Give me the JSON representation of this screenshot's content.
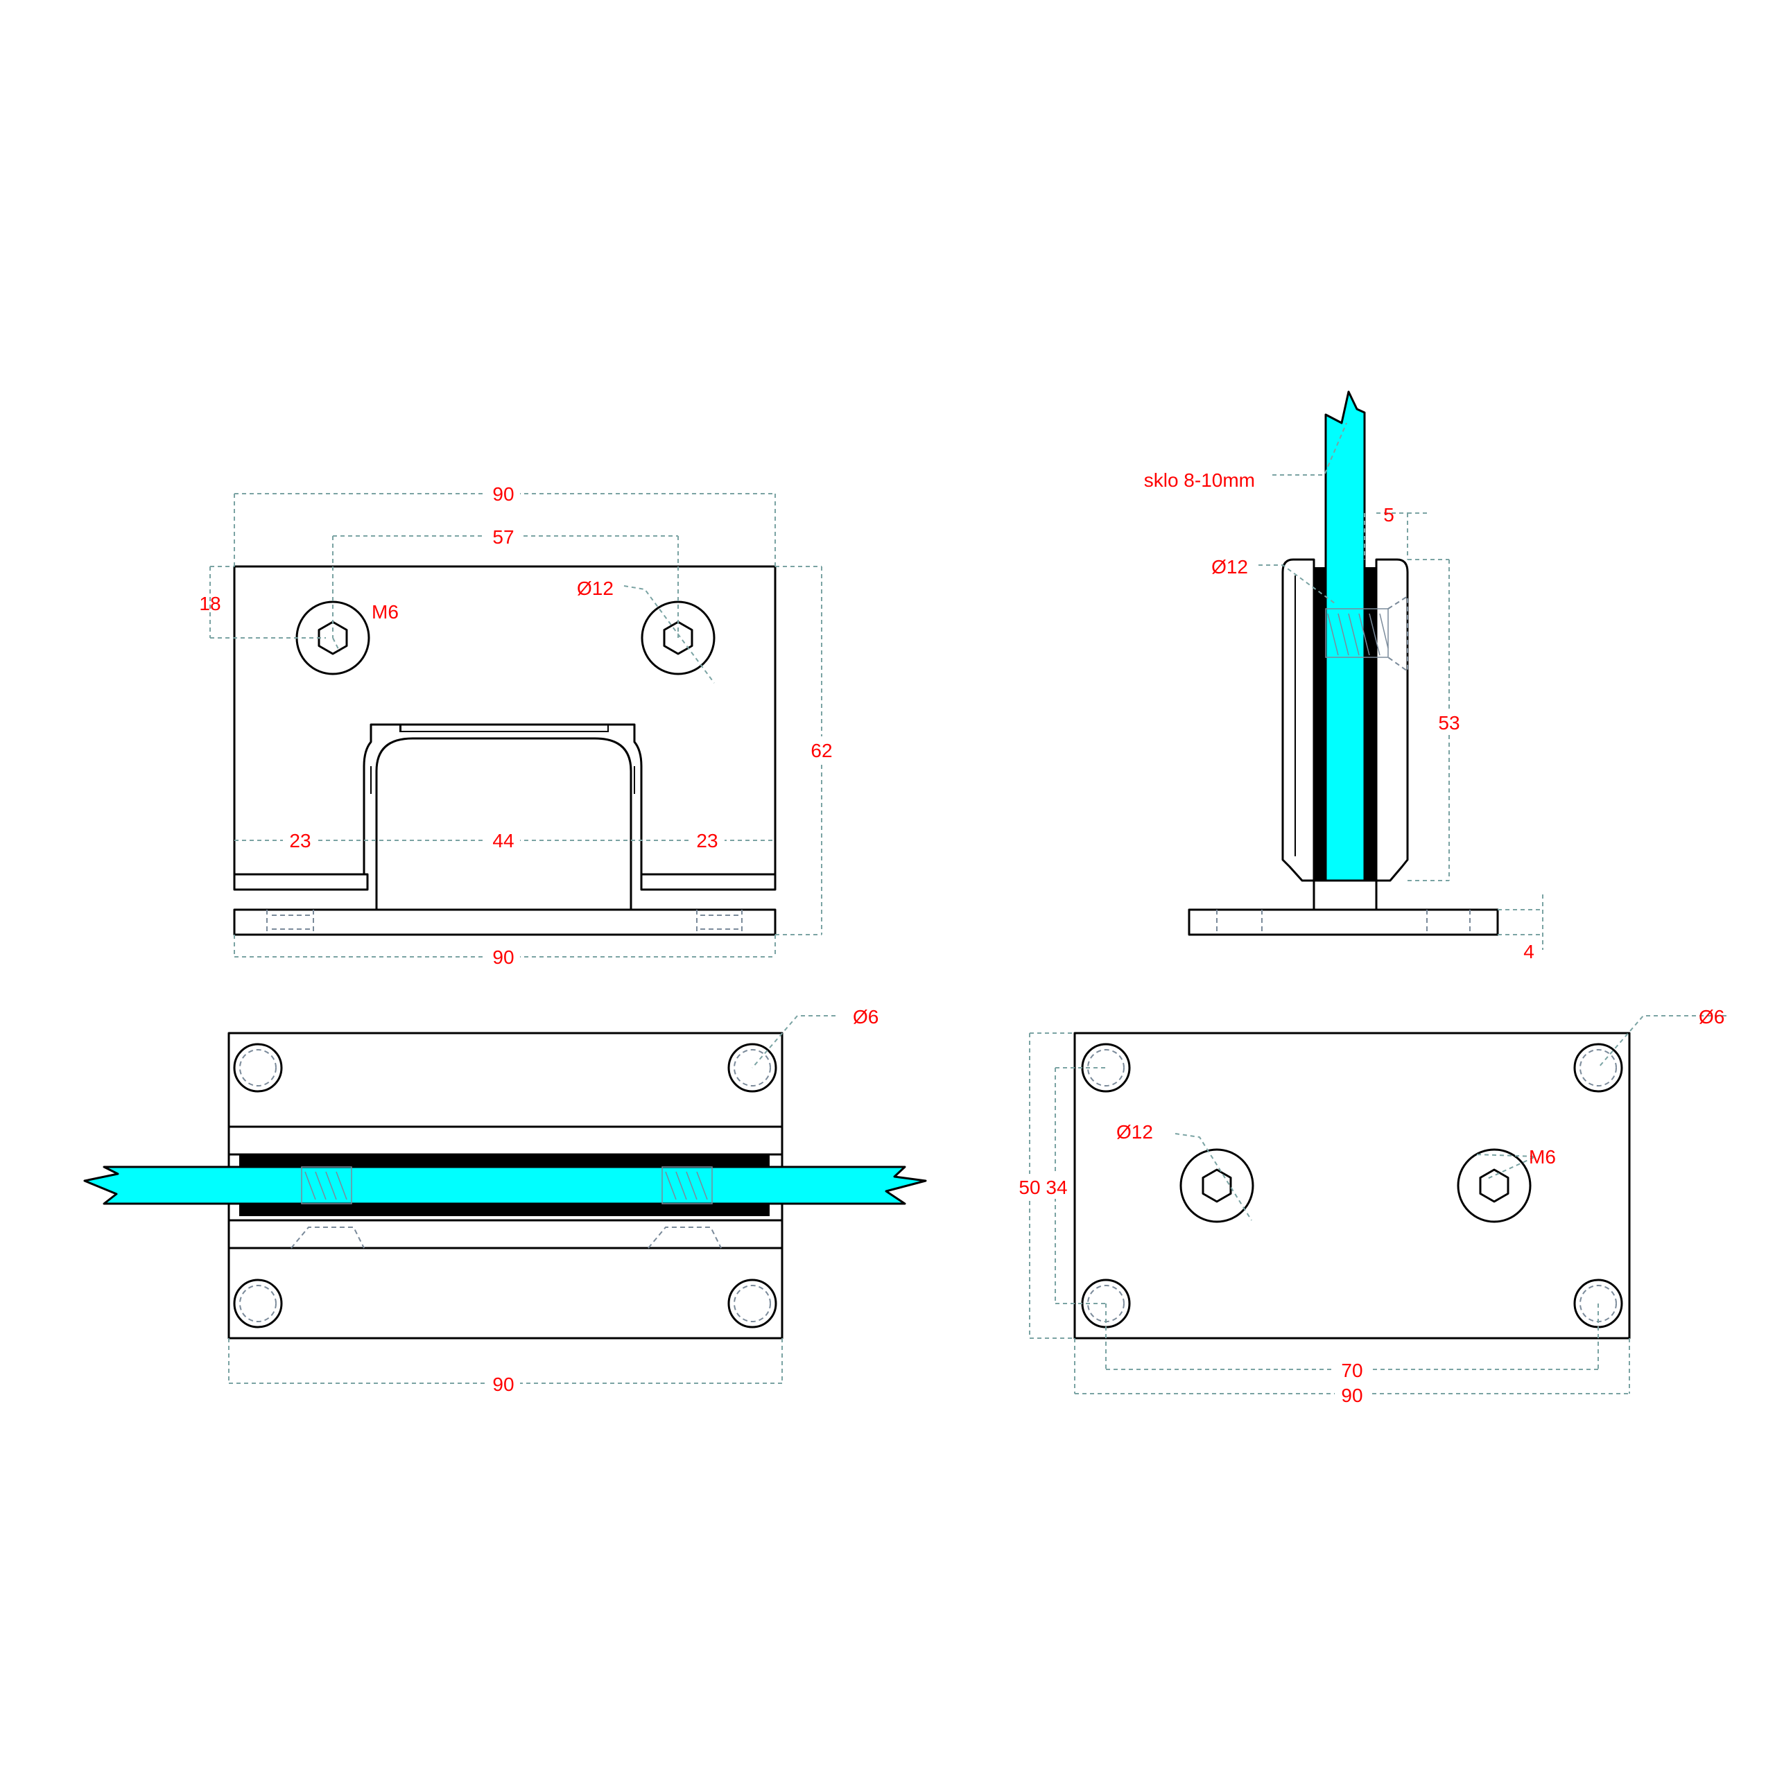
{
  "labels": {
    "front_top_width": "90",
    "front_hole_spacing": "57",
    "front_hole_offset": "18",
    "front_screw": "M6",
    "front_hole_dia": "Ø12",
    "front_height": "62",
    "front_left_seg": "23",
    "front_mid_seg": "44",
    "front_right_seg": "23",
    "front_base_width": "90",
    "side_glass": "sklo 8-10mm",
    "side_gap": "5",
    "side_hole_dia": "Ø12",
    "side_height": "53",
    "side_plate": "4",
    "top_hole_dia": "Ø6",
    "top_width": "90",
    "back_hole_dia_small": "Ø6",
    "back_hole_dia": "Ø12",
    "back_screw": "M6",
    "back_height_outer": "50",
    "back_height_inner": "34",
    "back_hole_spacing": "70",
    "back_width": "90"
  },
  "colors": {
    "dimension_text": "#ff0000",
    "glass": "#00ffff",
    "gasket": "#000000",
    "dimension_line": "#7aa3a3"
  },
  "icons": [
    "hex-socket-icon",
    "countersunk-hole-icon",
    "break-line-icon"
  ]
}
